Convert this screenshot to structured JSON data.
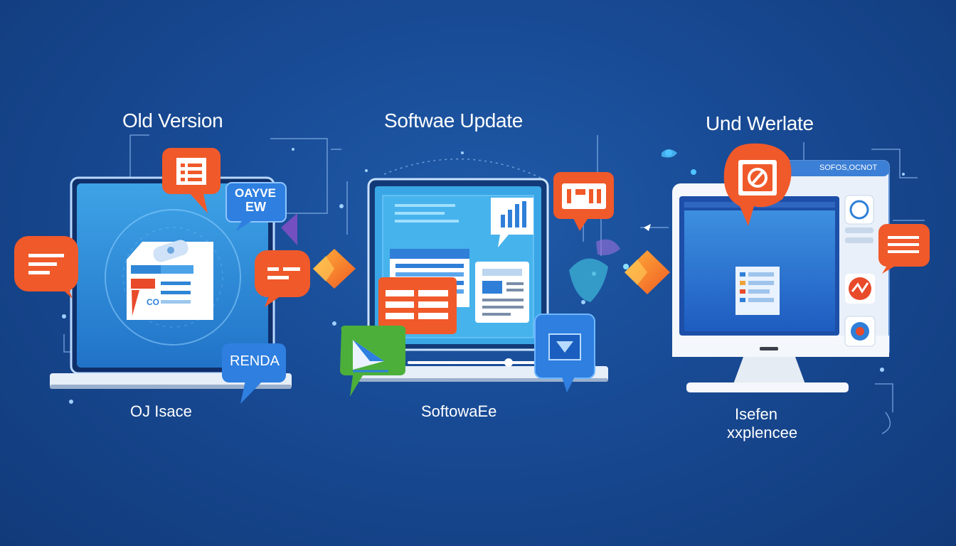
{
  "panels": {
    "old": {
      "heading": "Old Version",
      "caption": "OJ Isace",
      "badge_top": "OAYVE",
      "badge_bottom": "EW",
      "badge_small": "CO",
      "bubble_label": "RENDA"
    },
    "update": {
      "heading": "Softwae Update",
      "caption": "SoftowaEe"
    },
    "new": {
      "heading": "Und Werlate",
      "caption_line1": "Isefen",
      "caption_line2": "xxplencee",
      "window_title": "SOFOS,OCNOT"
    }
  },
  "colors": {
    "background": "#184a94",
    "accent_orange": "#f0592a",
    "screen_blue": "#2b8fd8",
    "bubble_blue": "#2e7fe0",
    "bubble_green": "#4caf3a"
  },
  "icons": [
    "speech-bubble-icon",
    "document-icon",
    "chart-icon",
    "play-icon",
    "download-icon",
    "arrow-right-icon",
    "gear-icon"
  ]
}
